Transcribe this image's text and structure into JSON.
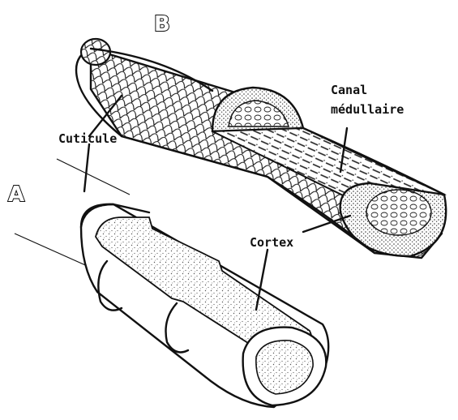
{
  "panel_a_letter": "A",
  "panel_b_letter": "B",
  "labels": {
    "cuticle": "Cuticule",
    "medulla_line1": "Canal",
    "medulla_line2": "médullaire",
    "cortex": "Cortex"
  },
  "colors": {
    "ink": "#111111",
    "background": "#ffffff",
    "stipple": "#555555"
  }
}
